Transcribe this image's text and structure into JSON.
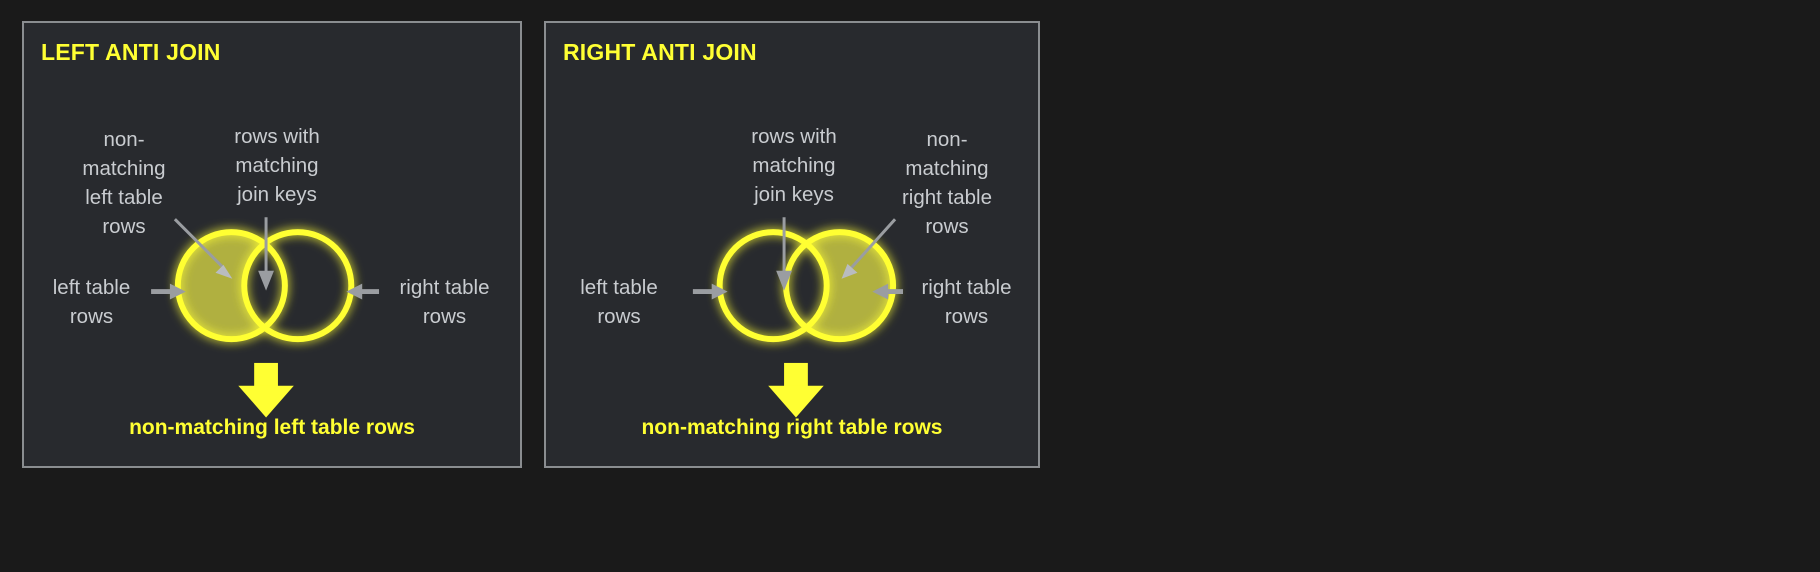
{
  "page": {
    "background_color": "#1a1a1a",
    "panel_background_color": "#282a2e",
    "panel_border_color": "#8a8d90",
    "accent_color": "#ffff33",
    "fill_color": "#b0b040",
    "annotation_text_color": "#c9ccd0",
    "arrow_gray_color": "#9a9da1"
  },
  "panels": [
    {
      "id": "left-anti-join",
      "title": "LEFT ANTI JOIN",
      "caption": "non-matching left table rows",
      "filled_side": "left",
      "annotations": {
        "top_left": "non-\nmatching\nleft table\nrows",
        "top_center": "rows with\nmatching\njoin keys",
        "side_left": "left table\nrows",
        "side_right": "right table\nrows"
      }
    },
    {
      "id": "right-anti-join",
      "title": "RIGHT ANTI JOIN",
      "caption": "non-matching right table rows",
      "filled_side": "right",
      "annotations": {
        "top_center": "rows with\nmatching\njoin keys",
        "top_right": "non-\nmatching\nright table\nrows",
        "side_left": "left table\nrows",
        "side_right": "right table\nrows"
      }
    }
  ],
  "icons": {
    "down_arrow": "down-arrow-icon",
    "pointer_arrow": "pointer-arrow-icon"
  }
}
